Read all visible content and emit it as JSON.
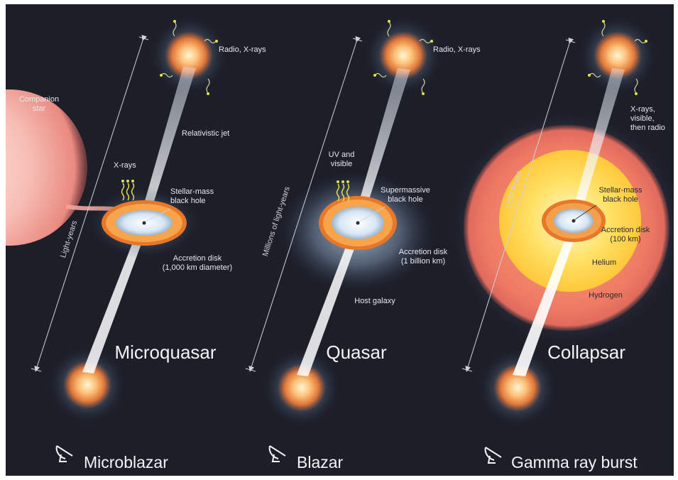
{
  "colors": {
    "background": "#1c1e28",
    "jet": "#ffffff",
    "disk_orange": "#e8772a",
    "star_pink": "#f3a8a0",
    "helium_yellow": "#ffd84a",
    "hydrogen_red": "#e86a5a",
    "emission_yellow": "#e4e04a"
  },
  "panels": [
    {
      "title": "Microquasar",
      "subtitle": "Microblazar",
      "scale_label": "Light-years",
      "labels": {
        "companion": "Companion\nstar",
        "emission_top": "Radio, X-rays",
        "jet": "Relativistic jet",
        "emission_disk": "X-rays",
        "black_hole": "Stellar-mass\nblack hole",
        "disk": "Accretion disk\n(1,000 km diameter)"
      }
    },
    {
      "title": "Quasar",
      "subtitle": "Blazar",
      "scale_label": "Millions of light-years",
      "labels": {
        "emission_top": "Radio, X-rays",
        "emission_disk": "UV and\nvisible",
        "black_hole": "Supermassive\nblack hole",
        "disk": "Accretion disk\n(1 billion km)",
        "host": "Host galaxy"
      }
    },
    {
      "title": "Collapsar",
      "subtitle": "Gamma ray burst",
      "scale_label": "Light-hours",
      "labels": {
        "emission_top": "X-rays,\nvisible,\nthen radio",
        "black_hole": "Stellar-mass\nblack hole",
        "disk": "Accretion disk\n(100 km)",
        "helium": "Helium",
        "hydrogen": "Hydrogen"
      }
    }
  ]
}
